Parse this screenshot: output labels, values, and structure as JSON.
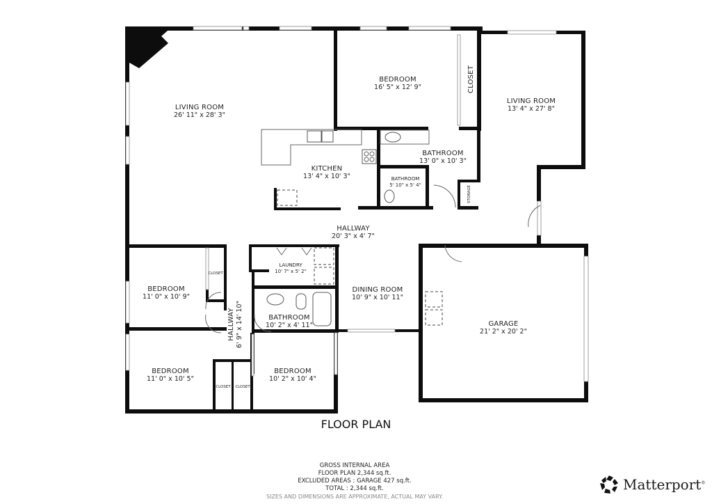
{
  "plan": {
    "title": "FLOOR PLAN",
    "rooms": [
      {
        "name": "LIVING ROOM",
        "dims": "26' 11\" x 28' 3\""
      },
      {
        "name": "BEDROOM",
        "dims": "16' 5\" x 12' 9\""
      },
      {
        "name": "CLOSET",
        "dims": ""
      },
      {
        "name": "LIVING ROOM",
        "dims": "13' 4\" x 27' 8\""
      },
      {
        "name": "KITCHEN",
        "dims": "13' 4\" x 10' 3\""
      },
      {
        "name": "BATHROOM",
        "dims": "13' 0\" x 10' 3\""
      },
      {
        "name": "BATHROOM",
        "dims": "5' 10\" x 5' 4\""
      },
      {
        "name": "STORAGE",
        "dims": ""
      },
      {
        "name": "HALLWAY",
        "dims": "20' 3\" x 4' 7\""
      },
      {
        "name": "BEDROOM",
        "dims": "11' 0\" x 10' 9\""
      },
      {
        "name": "CLOSET",
        "dims": ""
      },
      {
        "name": "LAUNDRY",
        "dims": "10' 7\" x 5' 2\""
      },
      {
        "name": "DINING ROOM",
        "dims": "10' 9\" x 10' 11\""
      },
      {
        "name": "HALLWAY",
        "dims": "6' 9\" x 14' 10\""
      },
      {
        "name": "BATHROOM",
        "dims": "10' 2\" x 4' 11\""
      },
      {
        "name": "GARAGE",
        "dims": "21' 2\" x 20' 2\""
      },
      {
        "name": "BEDROOM",
        "dims": "11' 0\" x 10' 5\""
      },
      {
        "name": "CLOSET",
        "dims": ""
      },
      {
        "name": "CLOSET",
        "dims": ""
      },
      {
        "name": "BEDROOM",
        "dims": "10' 2\" x 10' 4\""
      }
    ]
  },
  "summary": {
    "heading": "GROSS INTERNAL AREA",
    "floor_plan": "FLOOR PLAN 2,344 sq.ft.",
    "excluded": "EXCLUDED AREAS :  GARAGE 427 sq.ft.",
    "total": "TOTAL :  2,344 sq.ft.",
    "disclaimer": "SIZES AND DIMENSIONS ARE APPROXIMATE, ACTUAL MAY VARY."
  },
  "brand": {
    "name": "Matterport",
    "icon": "matterport-logo-icon"
  }
}
